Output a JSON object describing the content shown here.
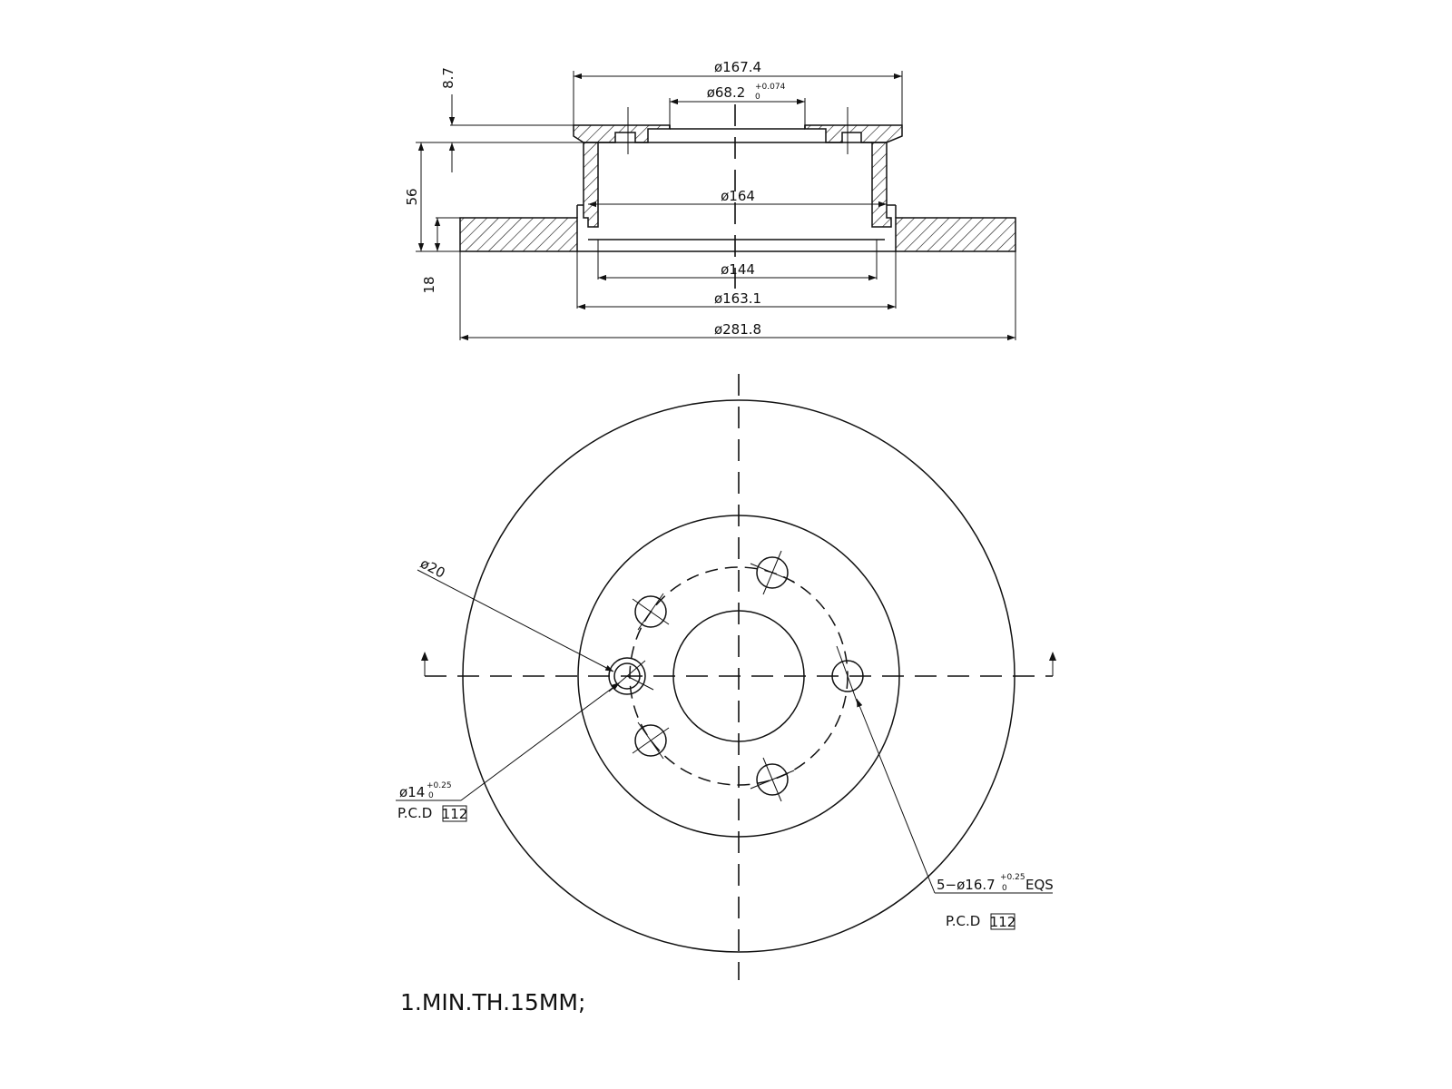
{
  "section_view": {
    "dia_hat_outer": "ø167.4",
    "dia_center_bore": "ø68.2",
    "dia_center_bore_tol_upper": "+0.074",
    "dia_center_bore_tol_lower": "0",
    "dia_hat_inner": "ø164",
    "dia_inner_face": "ø144",
    "dia_groove": "ø163.1",
    "dia_outer": "ø281.8",
    "hat_thickness": "8.7",
    "total_height": "56",
    "rotor_thickness": "18"
  },
  "front_view": {
    "dia_spot": "ø20",
    "stud_hole_dia": "ø14",
    "stud_hole_tol_upper": "+0.25",
    "stud_hole_tol_lower": "0",
    "pcd_label_left": "P.C.D",
    "pcd_value_left": "112",
    "bolt_holes_prefix": "5−ø16.7",
    "bolt_holes_tol_upper": "+0.25",
    "bolt_holes_tol_lower": "0",
    "bolt_holes_suffix": "EQS",
    "pcd_label_right": "P.C.D",
    "pcd_value_right": "112"
  },
  "notes": {
    "note_1": "1.MIN.TH.15MM;"
  }
}
